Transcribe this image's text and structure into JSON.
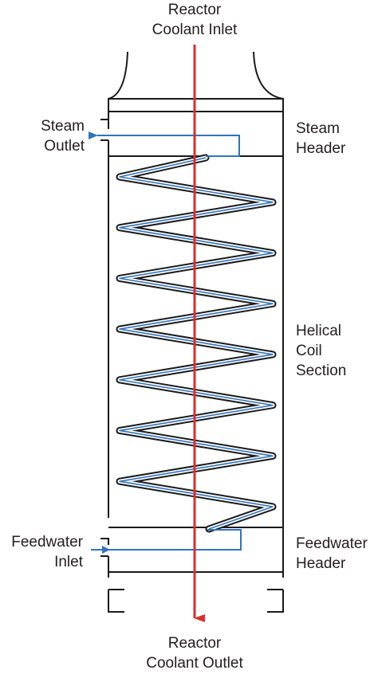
{
  "labels": {
    "reactor_inlet": [
      "Reactor",
      "Coolant Inlet"
    ],
    "reactor_outlet": [
      "Reactor",
      "Coolant Outlet"
    ],
    "steam_outlet": [
      "Steam",
      "Outlet"
    ],
    "steam_header": [
      "Steam",
      "Header"
    ],
    "helical_coil": [
      "Helical",
      "Coil",
      "Section"
    ],
    "feedwater_inlet": [
      "Feedwater",
      "Inlet"
    ],
    "feedwater_header": [
      "Feedwater",
      "Header"
    ]
  },
  "colors": {
    "outline": "#1a1a1a",
    "coolant_flow": "#e02b2b",
    "water_steam_flow": "#2f74c0",
    "text": "#231f20"
  },
  "coil": {
    "turns": 7
  }
}
